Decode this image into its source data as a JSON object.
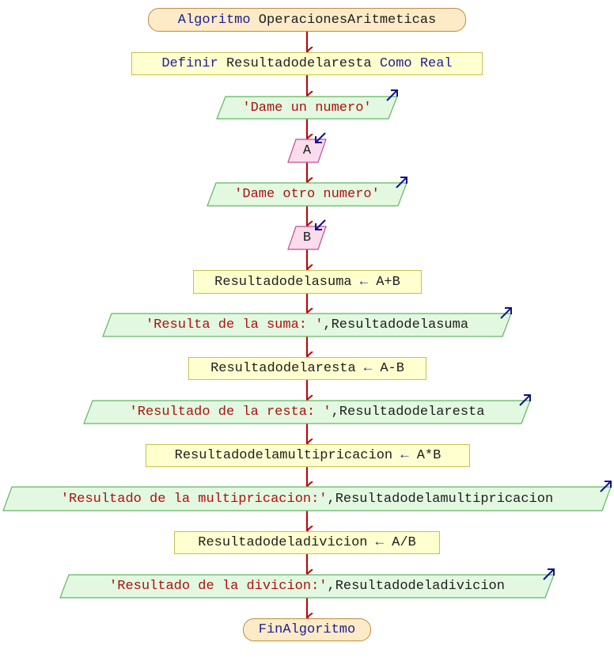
{
  "colors": {
    "connector": "#c00000",
    "terminal_fill": "#fdebc8",
    "terminal_border": "#c08a40",
    "process_fill": "#ffffd0",
    "process_border": "#c8c050",
    "output_fill": "#e2f8e0",
    "output_border": "#60b860",
    "input_fill": "#fbdcec",
    "input_border": "#c05090",
    "keyword": "#202090",
    "string": "#b01010",
    "io_arrow": "#101090"
  },
  "flowchart": {
    "start": {
      "keyword": "Algoritmo",
      "name": "OperacionesAritmeticas"
    },
    "define": {
      "kw1": "Definir",
      "var": "Resultadodelaresta",
      "kw2": "Como",
      "type": "Real"
    },
    "output1": {
      "string": "'Dame un numero'",
      "icon": "output-arrow-icon"
    },
    "input1": {
      "var": "A",
      "icon": "input-arrow-icon"
    },
    "output2": {
      "string": "'Dame otro numero'",
      "icon": "output-arrow-icon"
    },
    "input2": {
      "var": "B",
      "icon": "input-arrow-icon"
    },
    "assign_suma": {
      "target": "Resultadodelasuma",
      "op": "←",
      "expr": "A+B"
    },
    "output_suma": {
      "string": "'Resulta de la suma: '",
      "sep": ",",
      "var": "Resultadodelasuma"
    },
    "assign_resta": {
      "target": "Resultadodelaresta",
      "op": "←",
      "expr": "A-B"
    },
    "output_resta": {
      "string": "'Resultado de la resta: '",
      "sep": ",",
      "var": "Resultadodelaresta"
    },
    "assign_mult": {
      "target": "Resultadodelamultipricacion",
      "op": "←",
      "expr": "A*B"
    },
    "output_mult": {
      "string": "'Resultado de la multipricacion:'",
      "sep": ",",
      "var": "Resultadodelamultipricacion"
    },
    "assign_div": {
      "target": "Resultadodeladivicion",
      "op": "←",
      "expr": "A/B"
    },
    "output_div": {
      "string": "'Resultado de la divicion:'",
      "sep": ",",
      "var": "Resultadodeladivicion"
    },
    "end": {
      "keyword": "FinAlgoritmo"
    }
  }
}
